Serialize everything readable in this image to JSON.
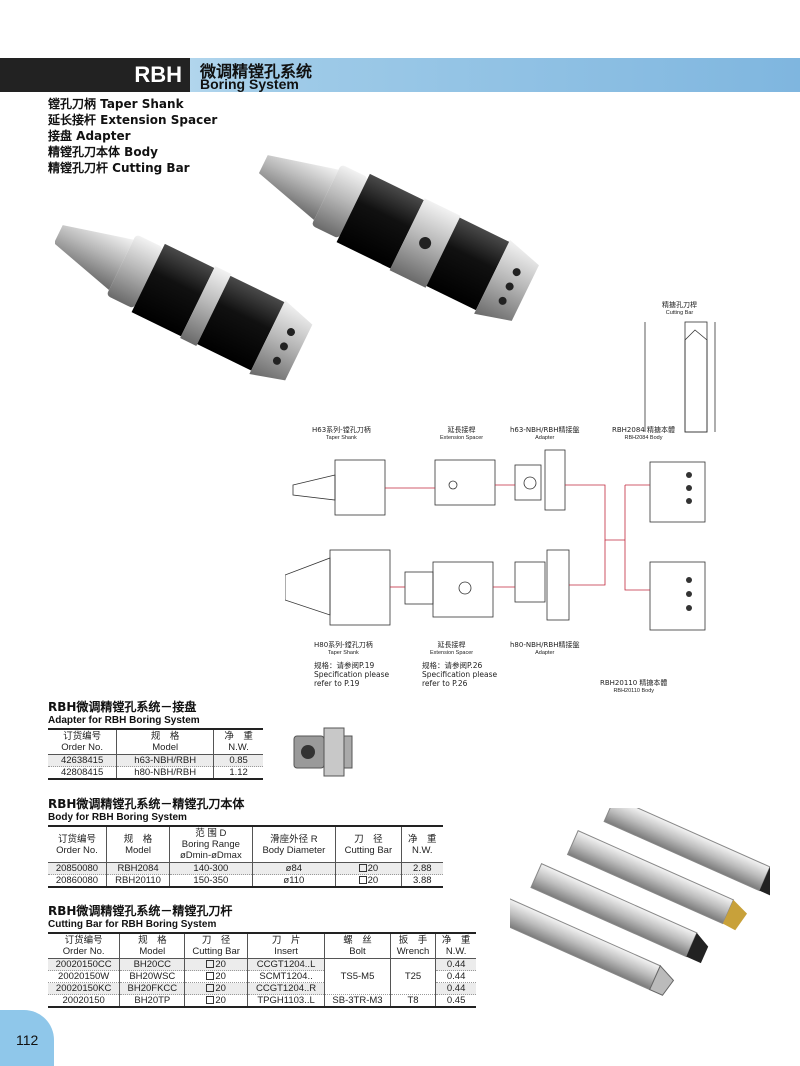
{
  "header": {
    "code": "RBH",
    "title_cn": "微调精镗孔系统",
    "title_en": "Boring System"
  },
  "parts": [
    "镗孔刀柄 Taper Shank",
    "延长接杆 Extension Spacer",
    "接盘 Adapter",
    "精镗孔刀本体 Body",
    "精镗孔刀杆 Cutting Bar"
  ],
  "diagram": {
    "h63_shank_cn": "H63系列-镗孔刀柄",
    "h63_shank_en": "Taper Shank",
    "ext_top_cn": "延長接桿",
    "ext_top_en": "Extension Spacer",
    "adapter_top_cn": "h63-NBH/RBH精接盤",
    "adapter_top_en": "Adapter",
    "cutting_bar_cn": "精搪孔刀桿",
    "cutting_bar_en": "Cutting Bar",
    "body_top_cn": "RBH2084 精搪本體",
    "body_top_en": "RBH2084 Body",
    "h80_shank_cn": "H80系列-鏜孔刀柄",
    "h80_shank_en": "Taper Shank",
    "ext_bot_cn": "延長接桿",
    "ext_bot_en": "Extension Spacer",
    "adapter_bot_cn": "h80-NBH/RBH精接盤",
    "adapter_bot_en": "Adapter",
    "body_bot_cn": "RBH20110 精搪本體",
    "body_bot_en": "RBH20110 Body",
    "note1_cn": "规格：请参阅P.19",
    "note1_en1": "Specification please",
    "note1_en2": "refer to P.19",
    "note2_cn": "规格：请参阅P.26",
    "note2_en1": "Specification please",
    "note2_en2": "refer to P.26"
  },
  "adapter_table": {
    "title_cn": "RBH微调精镗孔系统－接盘",
    "title_en": "Adapter for RBH Boring System",
    "headers": [
      {
        "cn": "订货编号",
        "en": "Order No."
      },
      {
        "cn": "规　格",
        "en": "Model"
      },
      {
        "cn": "净　重",
        "en": "N.W."
      }
    ],
    "rows": [
      [
        "42638415",
        "h63-NBH/RBH",
        "0.85"
      ],
      [
        "42808415",
        "h80-NBH/RBH",
        "1.12"
      ]
    ]
  },
  "body_table": {
    "title_cn": "RBH微调精镗孔系统－精镗孔刀本体",
    "title_en": "Body for RBH Boring System",
    "headers": [
      {
        "cn": "订货编号",
        "en": "Order No."
      },
      {
        "cn": "规　格",
        "en": "Model"
      },
      {
        "cn": "范 围 D",
        "en": "Boring Range",
        "en2": "øDmin-øDmax"
      },
      {
        "cn": "滑座外径 R",
        "en": "Body Diameter"
      },
      {
        "cn": "刀　径",
        "en": "Cutting Bar"
      },
      {
        "cn": "净　重",
        "en": "N.W."
      }
    ],
    "rows": [
      [
        "20850080",
        "RBH2084",
        "140-300",
        "ø84",
        "20",
        "2.88"
      ],
      [
        "20860080",
        "RBH20110",
        "150-350",
        "ø110",
        "20",
        "3.88"
      ]
    ]
  },
  "bar_table": {
    "title_cn": "RBH微调精镗孔系统－精镗孔刀杆",
    "title_en": "Cutting Bar for RBH Boring System",
    "headers": [
      {
        "cn": "订货编号",
        "en": "Order No."
      },
      {
        "cn": "规　格",
        "en": "Model"
      },
      {
        "cn": "刀　径",
        "en": "Cutting Bar"
      },
      {
        "cn": "刀　片",
        "en": "Insert"
      },
      {
        "cn": "螺　丝",
        "en": "Bolt"
      },
      {
        "cn": "扳　手",
        "en": "Wrench"
      },
      {
        "cn": "净　重",
        "en": "N.W."
      }
    ],
    "rows": [
      [
        "20020150CC",
        "BH20CC",
        "20",
        "CCGT1204..L",
        "0.44"
      ],
      [
        "20020150W",
        "BH20WSC",
        "20",
        "SCMT1204..",
        "0.44"
      ],
      [
        "20020150KC",
        "BH20FKCC",
        "20",
        "CCGT1204..R",
        "0.44"
      ],
      [
        "20020150",
        "BH20TP",
        "20",
        "TPGH1103..L",
        "0.45"
      ]
    ],
    "bolt_group": "TS5-M5",
    "wrench_group": "T25",
    "bolt_last": "SB-3TR-M3",
    "wrench_last": "T8"
  },
  "page_number": "112",
  "colors": {
    "header_dark": "#222222",
    "header_blue": "#7fb6df",
    "page_tab": "#8fc7ea",
    "connector_red": "#c0283c"
  }
}
